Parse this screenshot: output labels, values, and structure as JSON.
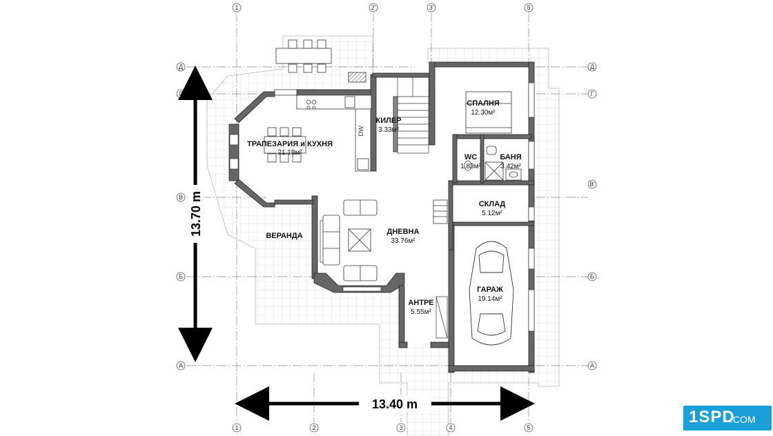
{
  "rooms": {
    "dining_kitchen": {
      "name": "ТРАПЕЗАРИЯ и КУХНЯ",
      "area": "21.18м²"
    },
    "pantry": {
      "name": "КИЛЕР",
      "area": "3.33м²"
    },
    "bedroom": {
      "name": "СПАЛНЯ",
      "area": "12.30м²"
    },
    "wc": {
      "name": "WC",
      "area": "1.83м²"
    },
    "bathroom": {
      "name": "БАНЯ",
      "area": "3.42м²"
    },
    "storage": {
      "name": "СКЛАД",
      "area": "5.12м²"
    },
    "living": {
      "name": "ДНЕВНА",
      "area": "33.76м²"
    },
    "veranda": {
      "name": "ВЕРАНДА"
    },
    "entry": {
      "name": "АНТРЕ",
      "area": "5.55м²"
    },
    "garage": {
      "name": "ГАРАЖ",
      "area": "19.14м²"
    }
  },
  "dimensions": {
    "width": "13.40 m",
    "height": "13.70 m"
  },
  "axes": {
    "top": [
      "1",
      "2'",
      "3'",
      "5"
    ],
    "bottom": [
      "1",
      "2",
      "3",
      "4",
      "5"
    ],
    "left": [
      "Д",
      "Г",
      "В",
      "Б",
      "А"
    ],
    "right": [
      "Д",
      "Г",
      "В'",
      "Б",
      "А"
    ]
  },
  "appliance": {
    "dw": "DW"
  },
  "logo": {
    "main": "1SPD",
    "suffix": ".COM"
  }
}
